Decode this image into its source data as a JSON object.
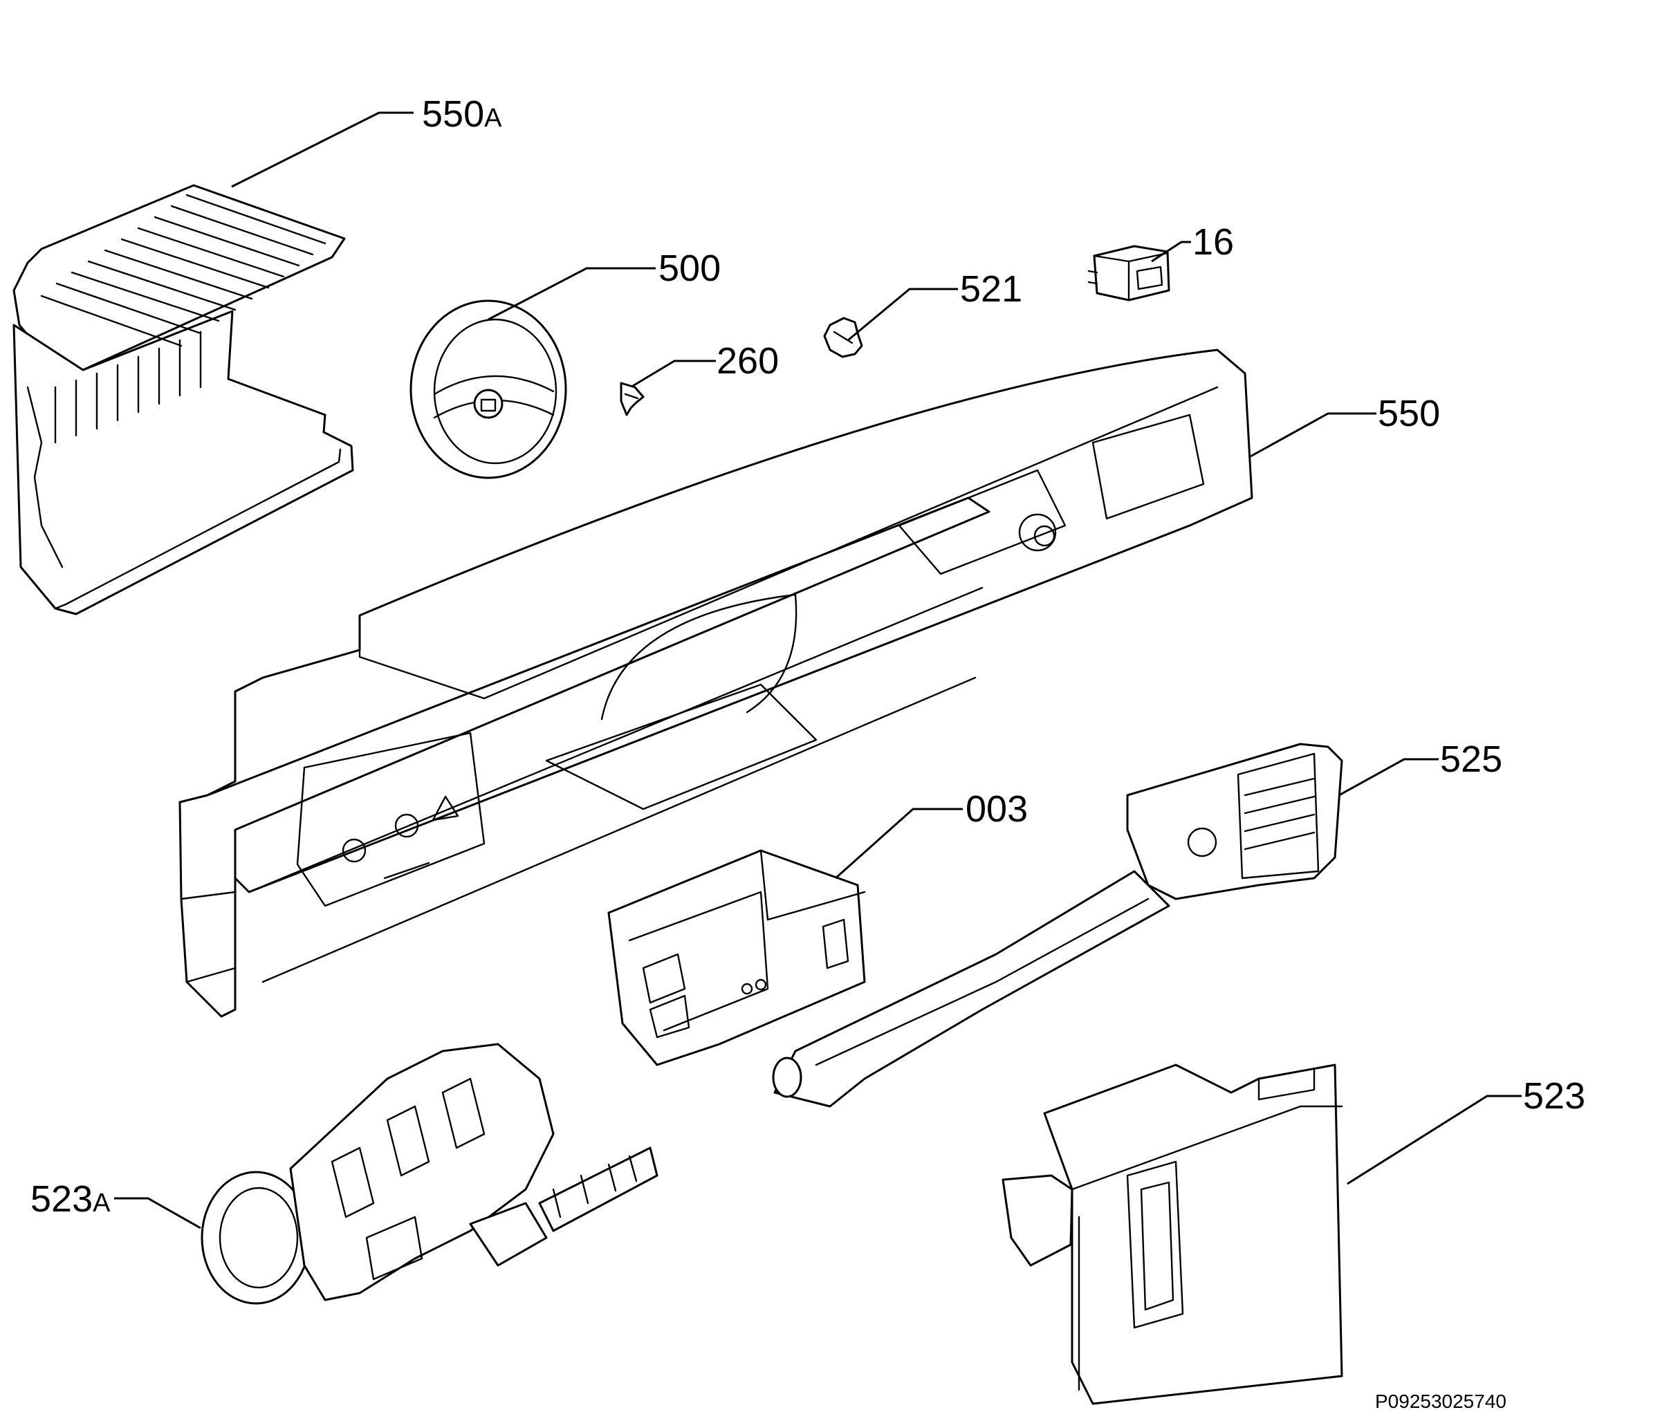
{
  "diagram": {
    "callouts": [
      {
        "id": "550a",
        "number": "550",
        "suffix": "A"
      },
      {
        "id": "500",
        "number": "500",
        "suffix": ""
      },
      {
        "id": "260",
        "number": "260",
        "suffix": ""
      },
      {
        "id": "521",
        "number": "521",
        "suffix": ""
      },
      {
        "id": "16",
        "number": "16",
        "suffix": ""
      },
      {
        "id": "550",
        "number": "550",
        "suffix": ""
      },
      {
        "id": "525",
        "number": "525",
        "suffix": ""
      },
      {
        "id": "003",
        "number": "003",
        "suffix": ""
      },
      {
        "id": "523",
        "number": "523",
        "suffix": ""
      },
      {
        "id": "523a",
        "number": "523",
        "suffix": "A"
      }
    ],
    "drawing_code": "P09253025740"
  }
}
